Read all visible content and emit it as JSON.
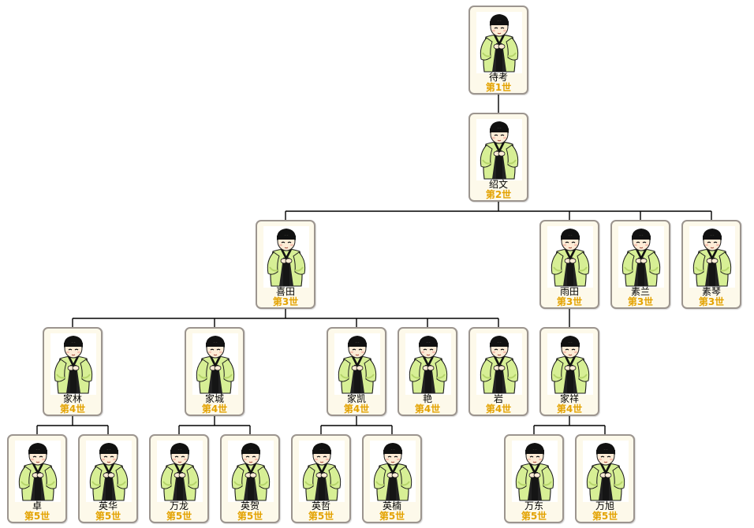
{
  "tree": {
    "members": [
      {
        "id": "m1",
        "name": "待考",
        "generation": "第1世"
      },
      {
        "id": "m2",
        "name": "绍文",
        "generation": "第2世"
      },
      {
        "id": "m3",
        "name": "喜田",
        "generation": "第3世"
      },
      {
        "id": "m4",
        "name": "雨田",
        "generation": "第3世"
      },
      {
        "id": "m5",
        "name": "素兰",
        "generation": "第3世"
      },
      {
        "id": "m6",
        "name": "素琴",
        "generation": "第3世"
      },
      {
        "id": "m7",
        "name": "家林",
        "generation": "第4世"
      },
      {
        "id": "m8",
        "name": "家城",
        "generation": "第4世"
      },
      {
        "id": "m9",
        "name": "家凯",
        "generation": "第4世"
      },
      {
        "id": "m10",
        "name": "艳",
        "generation": "第4世"
      },
      {
        "id": "m11",
        "name": "岩",
        "generation": "第4世"
      },
      {
        "id": "m12",
        "name": "家祥",
        "generation": "第4世"
      },
      {
        "id": "m13",
        "name": "卓",
        "generation": "第5世"
      },
      {
        "id": "m14",
        "name": "英华",
        "generation": "第5世"
      },
      {
        "id": "m15",
        "name": "万龙",
        "generation": "第5世"
      },
      {
        "id": "m16",
        "name": "英贺",
        "generation": "第5世"
      },
      {
        "id": "m17",
        "name": "英哲",
        "generation": "第5世"
      },
      {
        "id": "m18",
        "name": "英楠",
        "generation": "第5世"
      },
      {
        "id": "m19",
        "name": "万东",
        "generation": "第5世"
      },
      {
        "id": "m20",
        "name": "万旭",
        "generation": "第5世"
      }
    ],
    "edges": [
      [
        "m1",
        "m2"
      ],
      [
        "m2",
        "m3"
      ],
      [
        "m2",
        "m4"
      ],
      [
        "m2",
        "m5"
      ],
      [
        "m2",
        "m6"
      ],
      [
        "m3",
        "m7"
      ],
      [
        "m3",
        "m8"
      ],
      [
        "m3",
        "m9"
      ],
      [
        "m3",
        "m10"
      ],
      [
        "m3",
        "m11"
      ],
      [
        "m4",
        "m12"
      ],
      [
        "m7",
        "m13"
      ],
      [
        "m7",
        "m14"
      ],
      [
        "m8",
        "m15"
      ],
      [
        "m8",
        "m16"
      ],
      [
        "m9",
        "m17"
      ],
      [
        "m9",
        "m18"
      ],
      [
        "m12",
        "m19"
      ],
      [
        "m12",
        "m20"
      ]
    ],
    "colors": {
      "robe": "#d7ef95",
      "robe_shadow": "#b5d46a",
      "hair": "#111111",
      "skin": "#fdecd6",
      "card_background": "#fdf9ea",
      "card_border": "#9c958f",
      "generation_text": "#e3a200",
      "connector": "#000000"
    }
  }
}
